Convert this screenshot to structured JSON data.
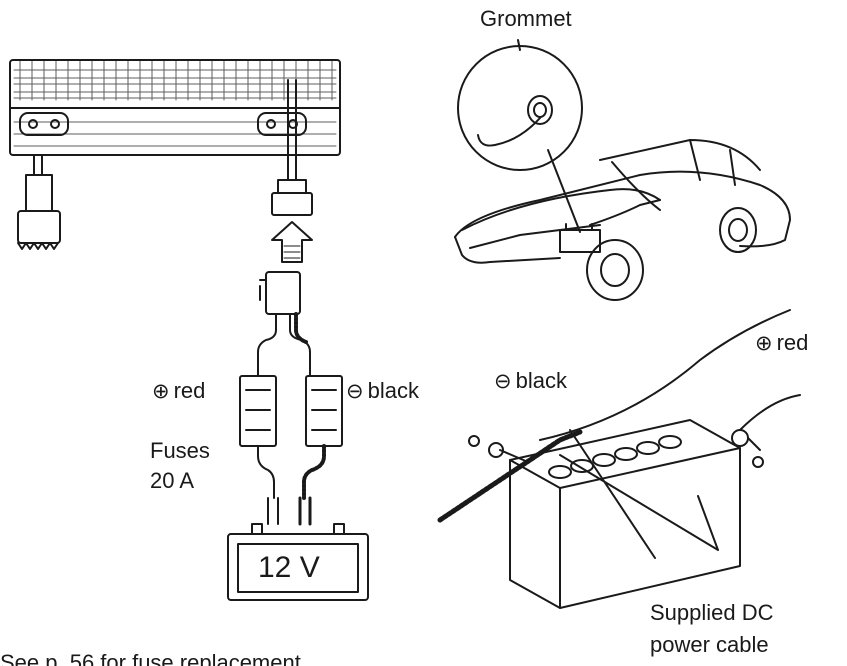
{
  "labels": {
    "grommet": "Grommet",
    "plus_symbol": "⊕",
    "minus_symbol": "⊖",
    "red": "red",
    "black": "black",
    "fuses_line1": "Fuses",
    "fuses_line2": "20 A",
    "battery_voltage": "12 V",
    "supplied_line1": "Supplied DC",
    "supplied_line2": "power cable",
    "footer_partial": "See p. 56 for fuse replacement"
  },
  "colors": {
    "ink": "#1a1a1a",
    "background": "#ffffff"
  },
  "icons": [
    "radio-unit-icon",
    "up-arrow-icon",
    "fuse-holder-icon",
    "battery-icon",
    "car-icon",
    "grommet-icon",
    "car-battery-icon"
  ]
}
